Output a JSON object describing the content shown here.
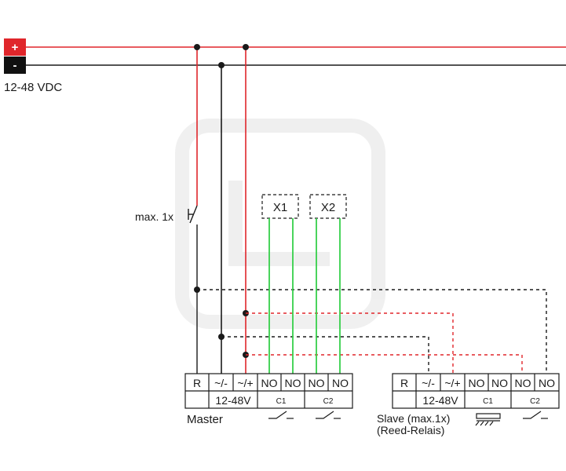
{
  "supply": {
    "plus_label": "+",
    "minus_label": "-",
    "voltage_label": "12-48 VDC",
    "plus_color": "#e0262b",
    "minus_color": "#111111"
  },
  "switch": {
    "label": "max. 1x"
  },
  "loads": [
    {
      "label": "X1"
    },
    {
      "label": "X2"
    }
  ],
  "master": {
    "terminals": [
      "R",
      "~/-",
      "~/+",
      "NO",
      "NO",
      "NO",
      "NO"
    ],
    "voltage_label": "12-48V",
    "c1_label": "C1",
    "c2_label": "C2",
    "name_label": "Master"
  },
  "slave": {
    "terminals": [
      "R",
      "~/-",
      "~/+",
      "NO",
      "NO",
      "NO",
      "NO"
    ],
    "voltage_label": "12-48V",
    "c1_label": "C1",
    "c2_label": "C2",
    "name_label": "Slave (max.1x)",
    "sub_label": "(Reed-Relais)"
  },
  "colors": {
    "wire_positive": "#e0262b",
    "wire_negative": "#1a1a1a",
    "wire_load": "#35d04a"
  }
}
